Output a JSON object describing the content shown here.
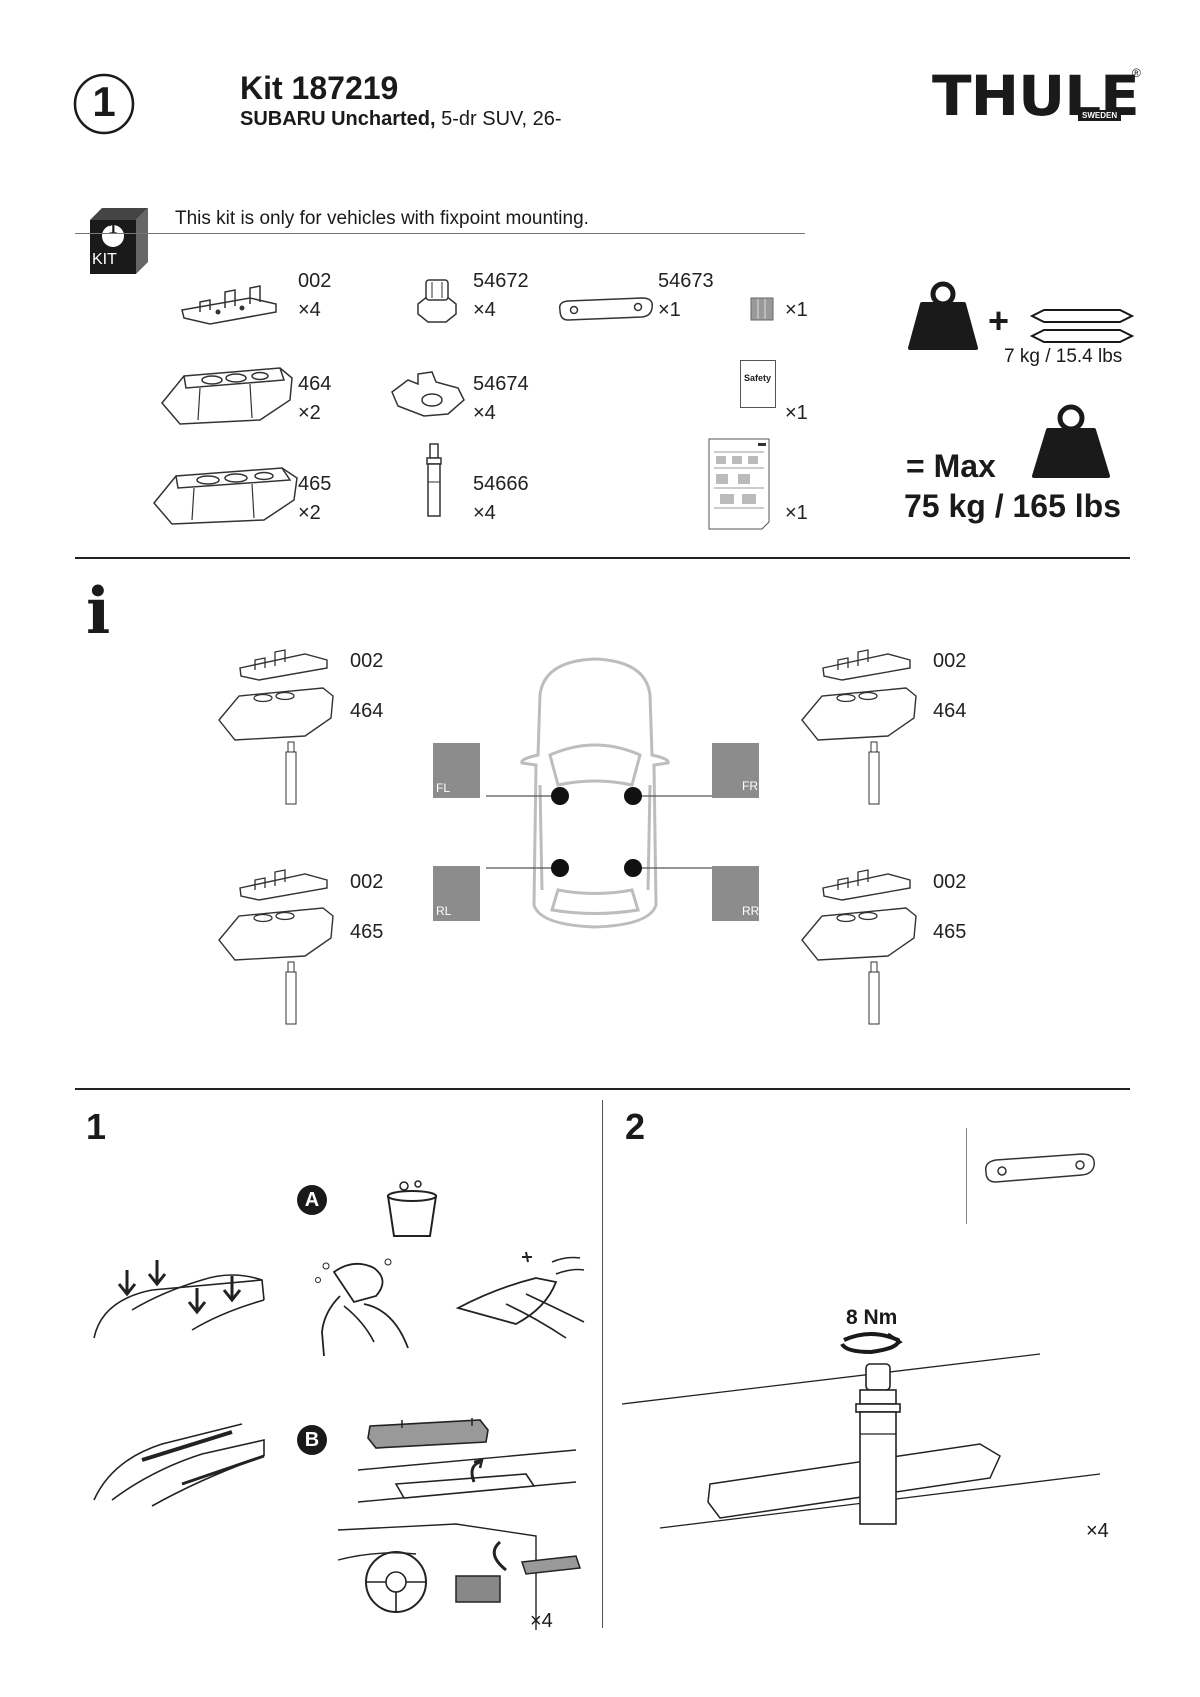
{
  "header": {
    "step_number": "1",
    "kit_title": "Kit 187219",
    "vehicle_bold": "SUBARU Uncharted,",
    "vehicle_rest": " 5-dr SUV, 26-",
    "brand": "THULE",
    "brand_sub": "SWEDEN",
    "brand_reg": "®"
  },
  "kit": {
    "badge_number": "1",
    "badge_label": "KIT",
    "notice": "This kit is only for vehicles with fixpoint mounting.",
    "parts": [
      {
        "code": "002",
        "qty": "×4"
      },
      {
        "code": "54672",
        "qty": "×4"
      },
      {
        "code": "54673",
        "qty": "×1"
      },
      {
        "code": "",
        "qty": "×1"
      },
      {
        "code": "464",
        "qty": "×2"
      },
      {
        "code": "54674",
        "qty": "×4"
      },
      {
        "code": "Safety",
        "qty": "×1"
      },
      {
        "code": "465",
        "qty": "×2"
      },
      {
        "code": "54666",
        "qty": "×4"
      },
      {
        "code": "",
        "qty": "×1"
      }
    ]
  },
  "load": {
    "plus": "+",
    "bars_weight": "7 kg / 15.4 lbs",
    "equals_max": "= Max",
    "max_load": "75 kg / 165 lbs"
  },
  "info": {
    "icon": "i",
    "positions": {
      "fl": "FL",
      "fr": "FR",
      "rl": "RL",
      "rr": "RR"
    },
    "front_left": {
      "foot": "002",
      "pad": "464"
    },
    "front_right": {
      "foot": "002",
      "pad": "464"
    },
    "rear_left": {
      "foot": "002",
      "pad": "465"
    },
    "rear_right": {
      "foot": "002",
      "pad": "465"
    }
  },
  "steps": {
    "step1": {
      "number": "1",
      "sub_a": "A",
      "sub_b": "B",
      "qty": "×4"
    },
    "step2": {
      "number": "2",
      "torque": "8 Nm",
      "qty": "×4"
    }
  },
  "colors": {
    "text": "#1a1a1a",
    "grey_box": "#8c8c8c",
    "car_outline": "#bdbdbd"
  }
}
